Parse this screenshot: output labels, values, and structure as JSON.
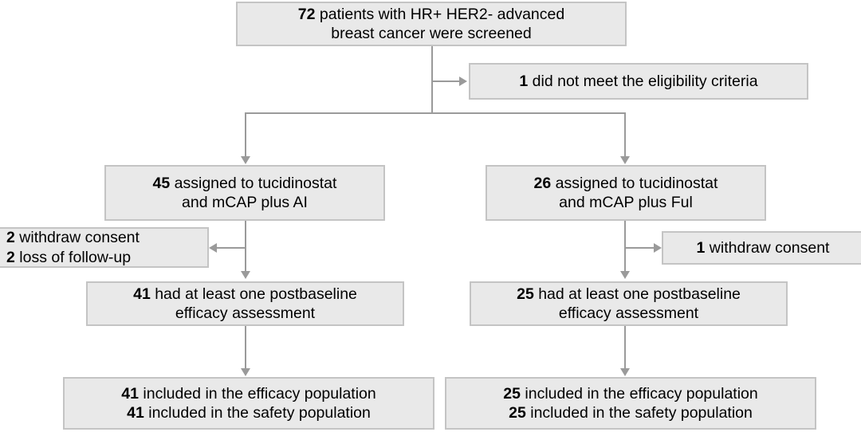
{
  "chart_data": {
    "type": "diagram",
    "title": "CONSORT patient flow diagram",
    "nodes": [
      {
        "id": "screened",
        "count": "72",
        "text": "patients with HR+ HER2- advanced",
        "text2": "breast cancer were screened"
      },
      {
        "id": "excluded",
        "count": "1",
        "text": "did not meet the eligibility criteria"
      },
      {
        "id": "arm-ai",
        "count": "45",
        "text": "assigned to tucidinostat",
        "text2": "and mCAP plus AI"
      },
      {
        "id": "arm-ful",
        "count": "26",
        "text": "assigned to tucidinostat",
        "text2": "and mCAP plus Ful"
      },
      {
        "id": "dropout-ai",
        "count": "2",
        "text": "withdraw consent",
        "count2": "2",
        "text2": "loss of follow-up"
      },
      {
        "id": "dropout-ful",
        "count": "1",
        "text": "withdraw consent"
      },
      {
        "id": "postbaseline-ai",
        "count": "41",
        "text": "had at least one postbaseline",
        "text2": "efficacy assessment"
      },
      {
        "id": "postbaseline-ful",
        "count": "25",
        "text": "had at least one postbaseline",
        "text2": "efficacy assessment"
      },
      {
        "id": "population-ai",
        "count": "41",
        "text": "included in the efficacy population",
        "count2": "41",
        "text2": "included in the safety population"
      },
      {
        "id": "population-ful",
        "count": "25",
        "text": "included in the efficacy population",
        "count2": "25",
        "text2": "included in the safety population"
      }
    ]
  },
  "boxes": {
    "screened": {
      "line1_count": "72",
      "line1_text": " patients with HR+ HER2- advanced",
      "line2_text": "breast cancer were screened"
    },
    "excluded": {
      "line1_count": "1",
      "line1_text": " did not meet the eligibility criteria"
    },
    "arm_ai": {
      "line1_count": "45",
      "line1_text": " assigned to tucidinostat",
      "line2_text": "and mCAP plus AI"
    },
    "arm_ful": {
      "line1_count": "26",
      "line1_text": " assigned to tucidinostat",
      "line2_text": "and mCAP plus Ful"
    },
    "dropout_ai": {
      "line1_count": "2",
      "line1_text": " withdraw consent",
      "line2_count": "2",
      "line2_text": " loss of follow-up"
    },
    "dropout_ful": {
      "line1_count": "1",
      "line1_text": " withdraw consent"
    },
    "postbaseline_ai": {
      "line1_count": "41",
      "line1_text": " had at least one postbaseline",
      "line2_text": "efficacy assessment"
    },
    "postbaseline_ful": {
      "line1_count": "25",
      "line1_text": " had at least one postbaseline",
      "line2_text": "efficacy assessment"
    },
    "population_ai": {
      "line1_count": "41",
      "line1_text": " included in the efficacy population",
      "line2_count": "41",
      "line2_text": " included in the safety population"
    },
    "population_ful": {
      "line1_count": "25",
      "line1_text": " included in the efficacy population",
      "line2_count": "25",
      "line2_text": " included in the safety population"
    }
  },
  "colors": {
    "box_fill": "#e9e9e9",
    "box_border": "#c4c4c4",
    "connector": "#9a9a9a",
    "text": "#000000",
    "background": "#ffffff"
  }
}
